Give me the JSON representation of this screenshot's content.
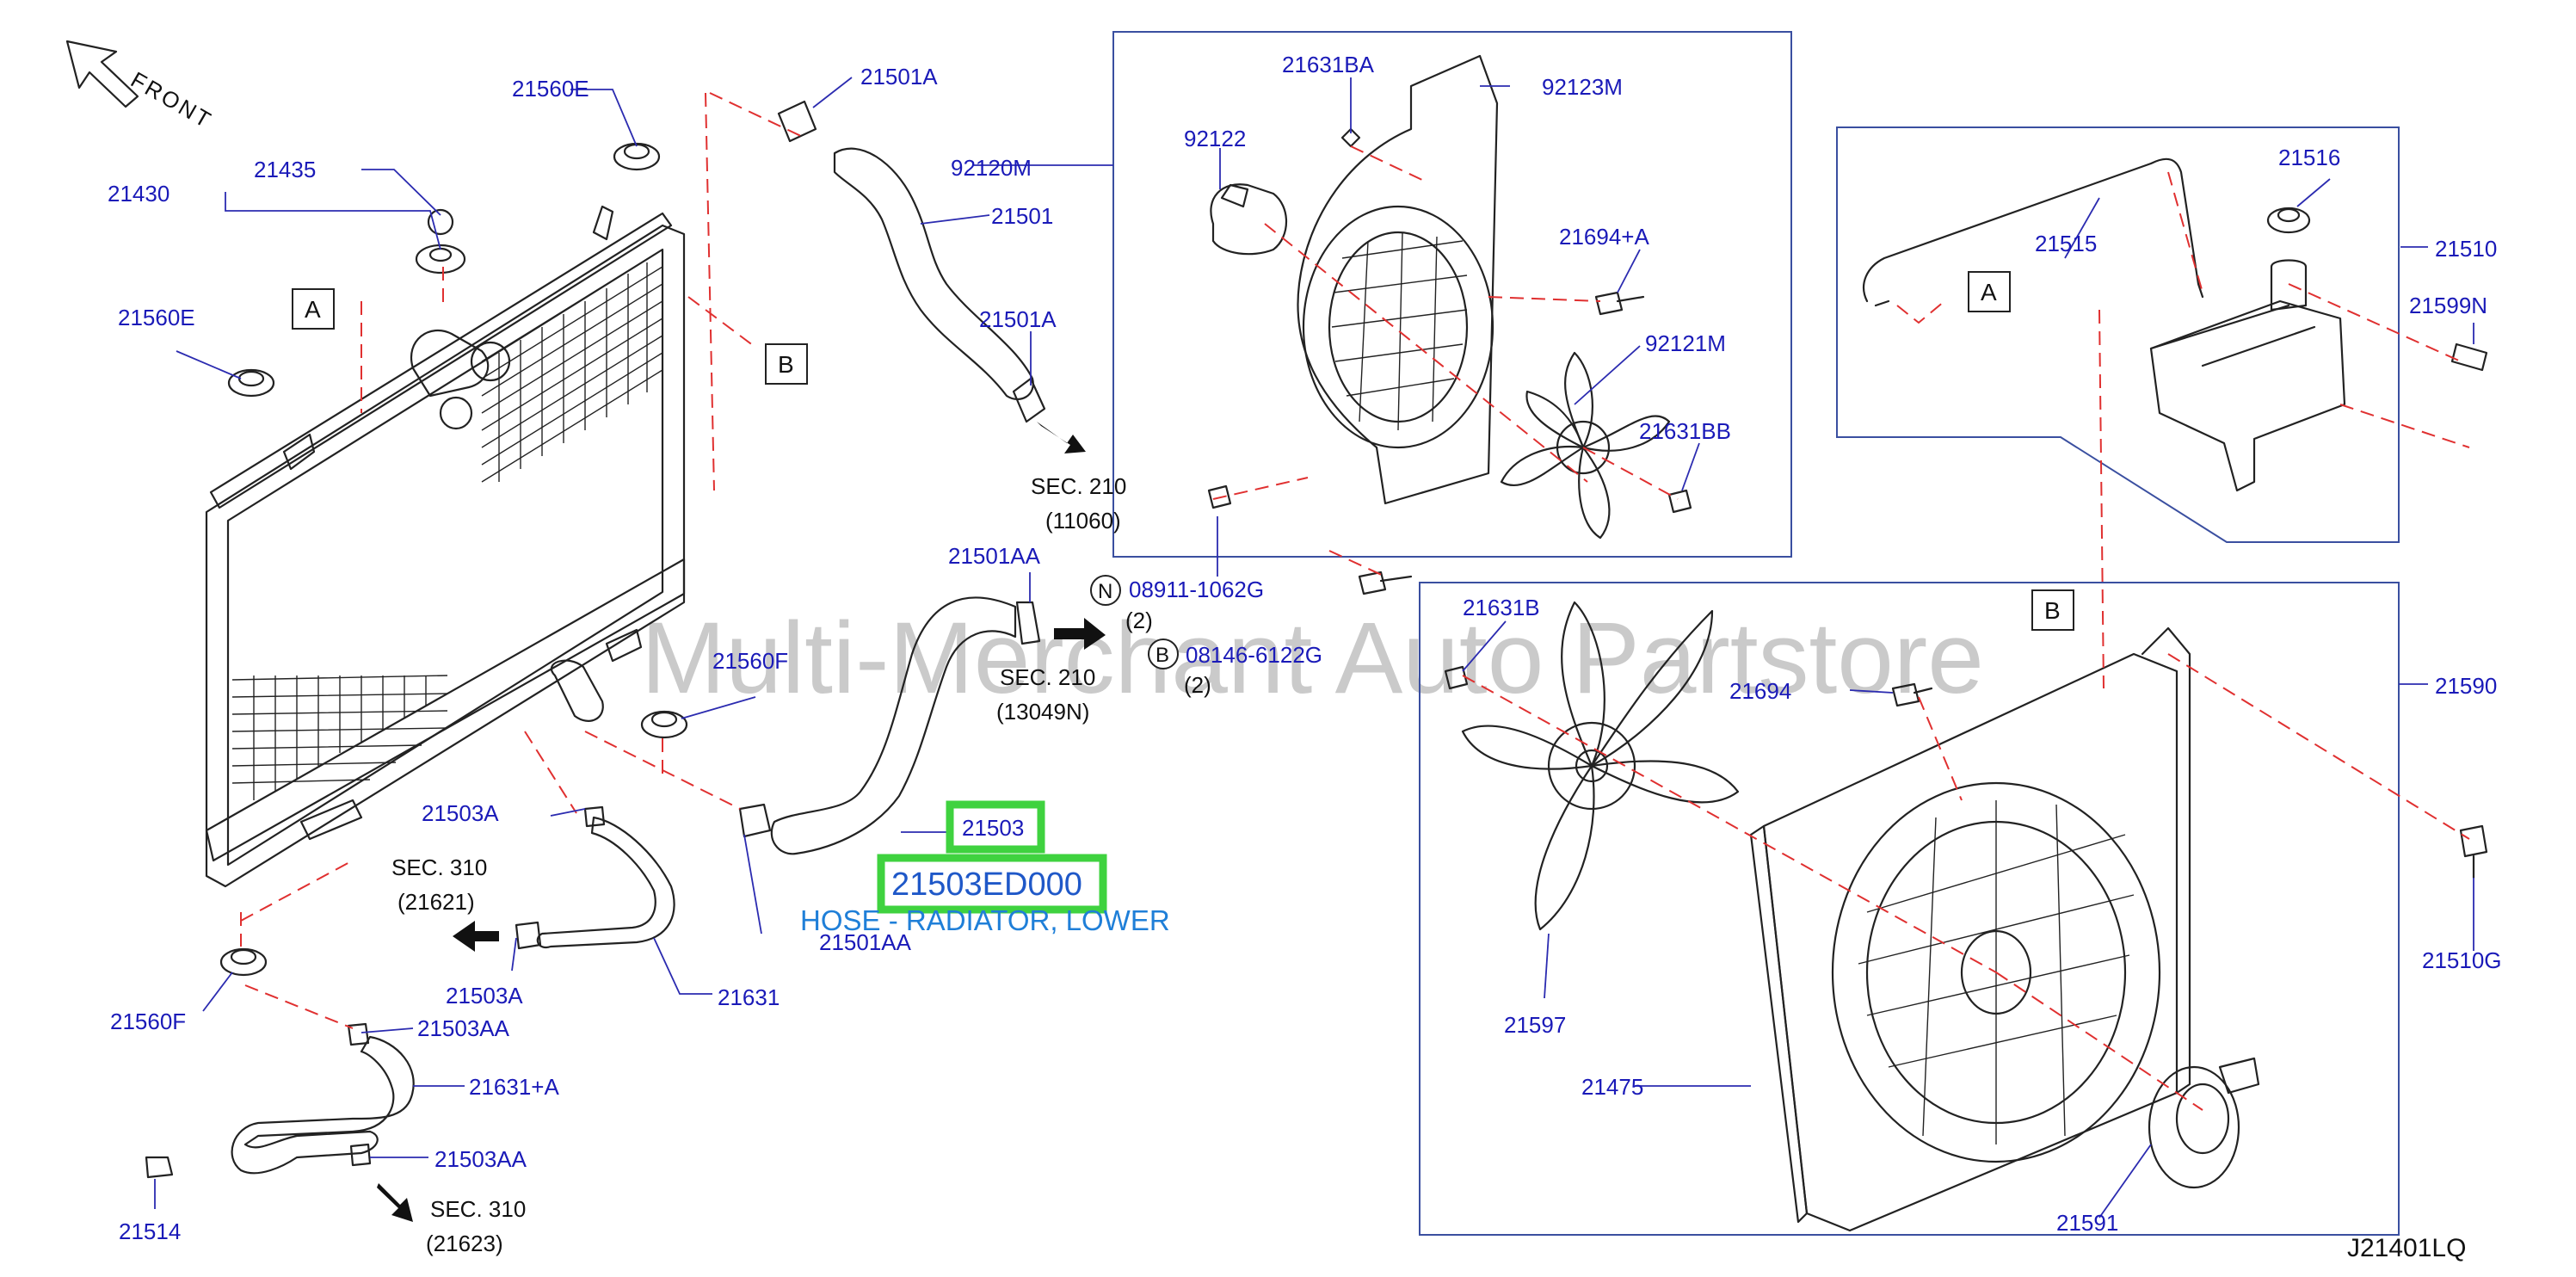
{
  "diagram": {
    "code": "J21401LQ",
    "front_label": "FRONT",
    "watermark": "Multi-Merchant Auto Partstore",
    "highlight": {
      "part_number": "21503",
      "full_part_number": "21503ED000",
      "description": "HOSE - RADIATOR, LOWER",
      "color": "#3fd23f"
    },
    "box_letters": {
      "a": "A",
      "b": "B"
    },
    "labels": [
      {
        "id": "21560E_top",
        "text": "21560E"
      },
      {
        "id": "21435",
        "text": "21435"
      },
      {
        "id": "21430",
        "text": "21430"
      },
      {
        "id": "21560E_left",
        "text": "21560E"
      },
      {
        "id": "21501A_top",
        "text": "21501A"
      },
      {
        "id": "92120M",
        "text": "92120M"
      },
      {
        "id": "21501",
        "text": "21501"
      },
      {
        "id": "21501A_mid",
        "text": "21501A"
      },
      {
        "id": "21501AA_top",
        "text": "21501AA"
      },
      {
        "id": "08911-1062G",
        "text": "08911-1062G"
      },
      {
        "id": "08146-6122G",
        "text": "08146-6122G"
      },
      {
        "id": "21560F_mid",
        "text": "21560F"
      },
      {
        "id": "21503A_top",
        "text": "21503A"
      },
      {
        "id": "21503A_bot",
        "text": "21503A"
      },
      {
        "id": "21501AA_bot",
        "text": "21501AA"
      },
      {
        "id": "21631",
        "text": "21631"
      },
      {
        "id": "21560F_bot",
        "text": "21560F"
      },
      {
        "id": "21503AA_top",
        "text": "21503AA"
      },
      {
        "id": "21631+A",
        "text": "21631+A"
      },
      {
        "id": "21503AA_bot",
        "text": "21503AA"
      },
      {
        "id": "21514",
        "text": "21514"
      },
      {
        "id": "21631BA",
        "text": "21631BA"
      },
      {
        "id": "92123M",
        "text": "92123M"
      },
      {
        "id": "92122",
        "text": "92122"
      },
      {
        "id": "21694+A",
        "text": "21694+A"
      },
      {
        "id": "92121M",
        "text": "92121M"
      },
      {
        "id": "21631BB",
        "text": "21631BB"
      },
      {
        "id": "21516",
        "text": "21516"
      },
      {
        "id": "21515",
        "text": "21515"
      },
      {
        "id": "21510",
        "text": "21510"
      },
      {
        "id": "21599N",
        "text": "21599N"
      },
      {
        "id": "21631B",
        "text": "21631B"
      },
      {
        "id": "21694",
        "text": "21694"
      },
      {
        "id": "21590",
        "text": "21590"
      },
      {
        "id": "21510G",
        "text": "21510G"
      },
      {
        "id": "21597",
        "text": "21597"
      },
      {
        "id": "21475",
        "text": "21475"
      },
      {
        "id": "21591",
        "text": "21591"
      }
    ],
    "section_refs": [
      {
        "id": "sec210a",
        "sec": "SEC.  210",
        "num": "(11060)"
      },
      {
        "id": "sec210b",
        "sec": "SEC.  210",
        "num": "(13049N)"
      },
      {
        "id": "sec310a",
        "sec": "SEC.  310",
        "num": "(21621)"
      },
      {
        "id": "sec310b",
        "sec": "SEC.  310",
        "num": "(21623)"
      }
    ],
    "fasteners": [
      {
        "id": "nut",
        "symbol": "N",
        "qty": "(2)"
      },
      {
        "id": "bolt",
        "symbol": "B",
        "qty": "(2)"
      }
    ]
  }
}
